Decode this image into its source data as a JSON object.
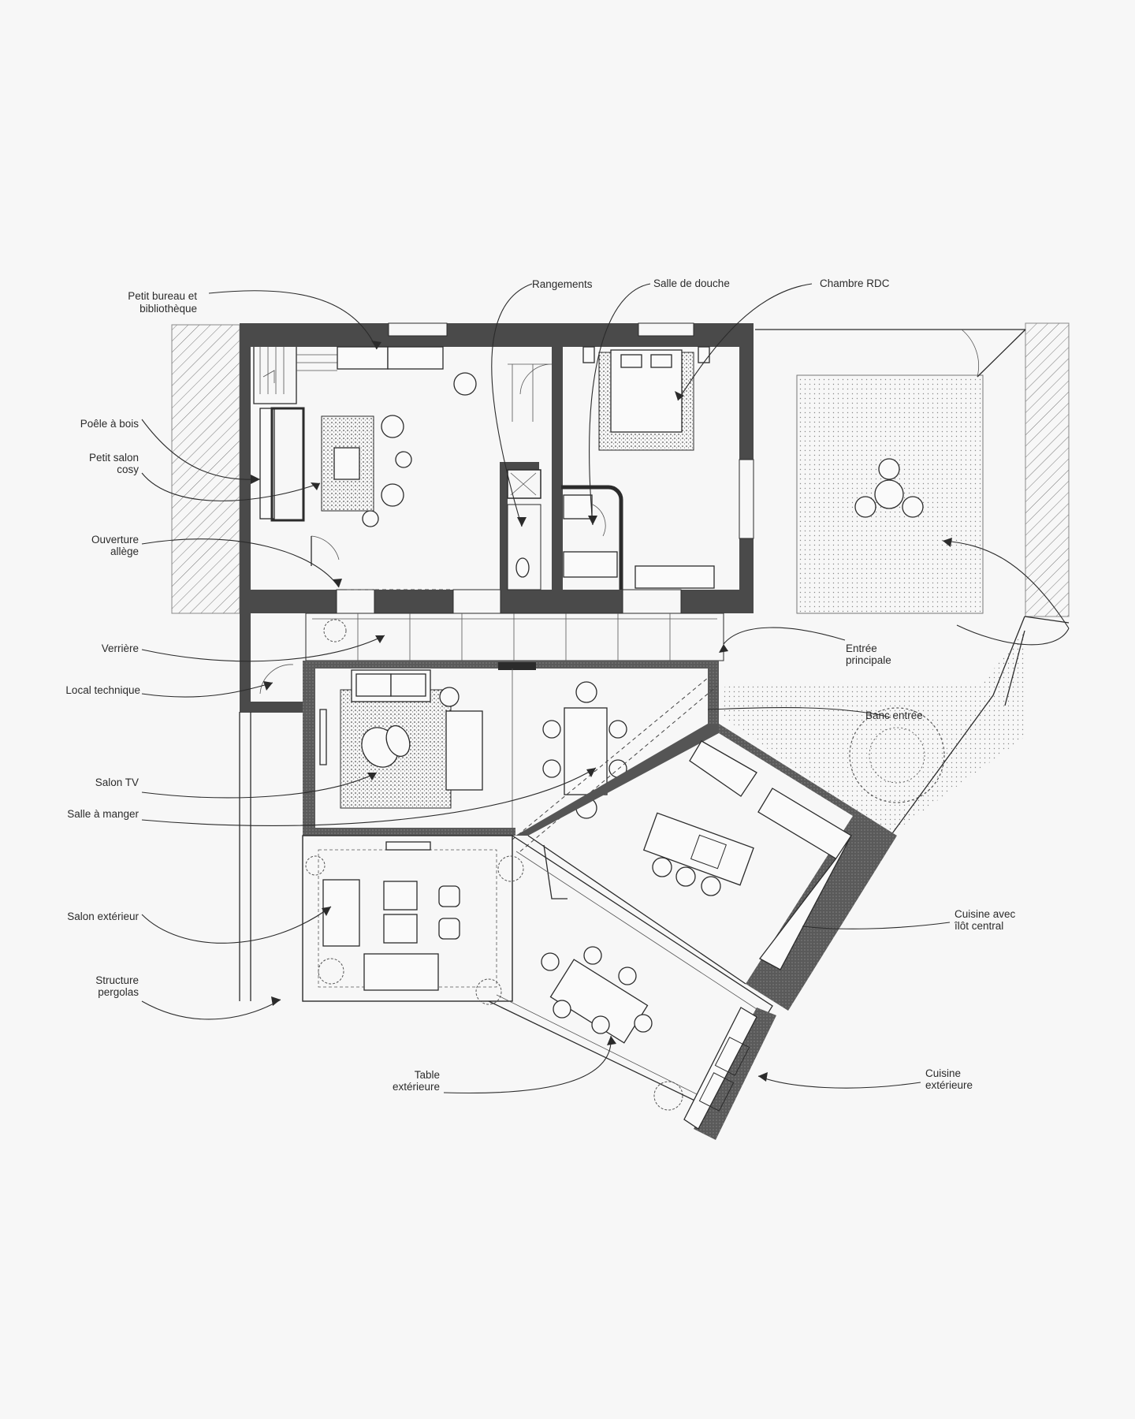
{
  "labels": {
    "petit_bureau": [
      "Petit bureau et",
      "bibliothèque"
    ],
    "rangements": "Rangements",
    "salle_douche": "Salle de douche",
    "chambre": "Chambre RDC",
    "poele": "Poêle à bois",
    "petit_salon": [
      "Petit salon",
      "cosy"
    ],
    "ouverture": [
      "Ouverture",
      "allège"
    ],
    "verriere": "Verrière",
    "local_technique": "Local technique",
    "entree": [
      "Entrée",
      "principale"
    ],
    "banc": "Banc entrée",
    "salon_tv": "Salon TV",
    "salle_manger": "Salle à manger",
    "salon_ext": "Salon extérieur",
    "cuisine": [
      "Cuisine  avec",
      "îlôt central"
    ],
    "structure": [
      "Structure",
      "pergolas"
    ],
    "table_ext": [
      "Table",
      "extérieure"
    ],
    "cuisine_ext": [
      "Cuisine",
      "extérieure"
    ]
  },
  "colors": {
    "background": "#f7f7f7",
    "wall": "#4a4a4a",
    "line": "#2b2b2b"
  }
}
